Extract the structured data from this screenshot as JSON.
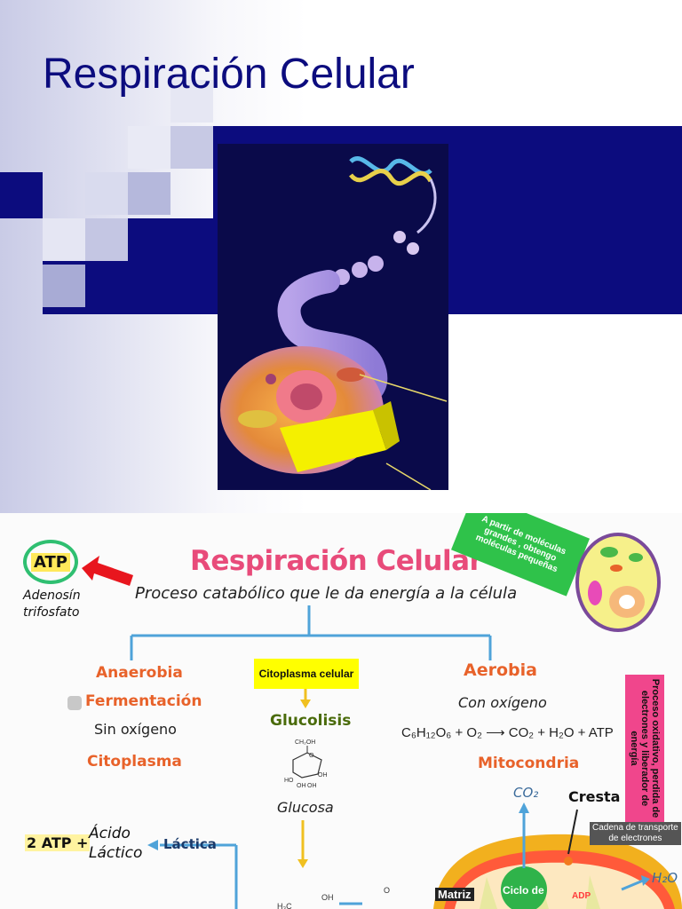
{
  "slide": {
    "title": "Respiración Celular"
  },
  "infographic": {
    "atp_badge": "ATP",
    "atp_name": [
      "Adenosín",
      "trifosfato"
    ],
    "main_title": "Respiración Celular",
    "subtitle": "Proceso catabólico que le da energía a la célula",
    "green_note": "A partir de moléculas grandes , obtengo moléculas pequeñas",
    "yellow_note": "Citoplasma celular",
    "pink_note": "Proceso oxidativo, perdida de electrones y liberador de energía",
    "anaerobic": {
      "title": "Anaerobia",
      "type": "Fermentación",
      "condition": "Sin oxígeno",
      "location": "Citoplasma"
    },
    "glycolysis": {
      "title": "Glucolisis",
      "molecule": "Glucosa",
      "struct_labels": [
        "CH₂OH",
        "O",
        "OH",
        "HO",
        "OH",
        "OH"
      ]
    },
    "aerobic": {
      "title": "Aerobia",
      "condition": "Con oxígeno",
      "equation": "C₆H₁₂O₆ + O₂ ⟶ CO₂ + H₂O + ATP",
      "location": "Mitocondria"
    },
    "lactic": {
      "result": "2 ATP +",
      "acid": [
        "Ácido",
        "Láctico"
      ],
      "label": "Láctica"
    },
    "mito_diagram": {
      "co2": "CO₂",
      "h2o": "H₂O",
      "cresta": "Cresta",
      "cadena": [
        "Cadena de transporte",
        "de electrones"
      ],
      "matriz": "Matriz",
      "ciclo": "Ciclo de",
      "adp": "ADP"
    },
    "pyruvate_labels": [
      "OH",
      "H₃C",
      "O"
    ]
  },
  "colors": {
    "navy": "#0c0c7e",
    "pink": "#e84b7a",
    "green": "#2fc24a",
    "yellow": "#ffff00",
    "orange": "#e8622a",
    "blue_line": "#4fa3d9"
  }
}
